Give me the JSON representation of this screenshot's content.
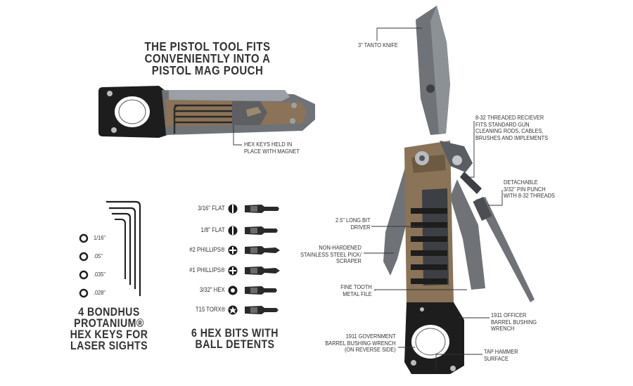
{
  "headline_pouch": [
    "THE PISTOL TOOL FITS",
    "CONVENIENTLY INTO A",
    "PISTOL MAG POUCH"
  ],
  "hex_keys_held": [
    "HEX KEYS HELD IN",
    "PLACE WITH MAGNET"
  ],
  "hex_keys": {
    "sizes": [
      "1/16\"",
      ".05\"",
      ".035\"",
      ".028\""
    ],
    "caption": [
      "4 BONDHUS",
      "PROTANIUM®",
      "HEX KEYS FOR",
      "LASER SIGHTS"
    ]
  },
  "hex_bits": {
    "items": [
      {
        "label": "3/16\" FLAT",
        "icon": "flat-icon"
      },
      {
        "label": "1/8\" FLAT",
        "icon": "flat-icon"
      },
      {
        "label": "#2 PHILLIPS®",
        "icon": "phillips-icon"
      },
      {
        "label": "#1 PHILLIPS®",
        "icon": "phillips-icon"
      },
      {
        "label": "3/32\" HEX",
        "icon": "hex-icon"
      },
      {
        "label": "T15 TORX®",
        "icon": "torx-icon"
      }
    ],
    "caption": [
      "6 HEX BITS WITH",
      "BALL DETENTS"
    ]
  },
  "callouts": {
    "tanto": [
      "3\" TANTO KNIFE"
    ],
    "receiver": [
      "8-32 THREADED RECIEVER",
      "FITS STANDARD GUN",
      "CLEANING RODS, CABLES,",
      "BRUSHES AND IMPLEMENTS"
    ],
    "pin_punch": [
      "DETACHABLE",
      "3/32\" PIN PUNCH",
      "WITH 8-32 THREADS"
    ],
    "bit_driver": [
      "2.5\" LONG BIT",
      "DRIVER"
    ],
    "pick": [
      "NON-HARDENED",
      "STAINLESS STEEL PICK/",
      "SCRAPER"
    ],
    "file": [
      "FINE TOOTH",
      "METAL FILE"
    ],
    "officer": [
      "1911 OFFICER",
      "BARREL BUSHING",
      "WRENCH"
    ],
    "government": [
      "1911 GOVERNMENT",
      "BARREL BUSHING WRENCH",
      "(ON REVERSE SIDE)"
    ],
    "hammer": [
      "TAP HAMMER",
      "SURFACE"
    ]
  },
  "colors": {
    "text": "#333333",
    "steel": "#6f7378",
    "steel_dark": "#3c3f43",
    "tan": "#8a7356",
    "black": "#1d1d1d"
  }
}
